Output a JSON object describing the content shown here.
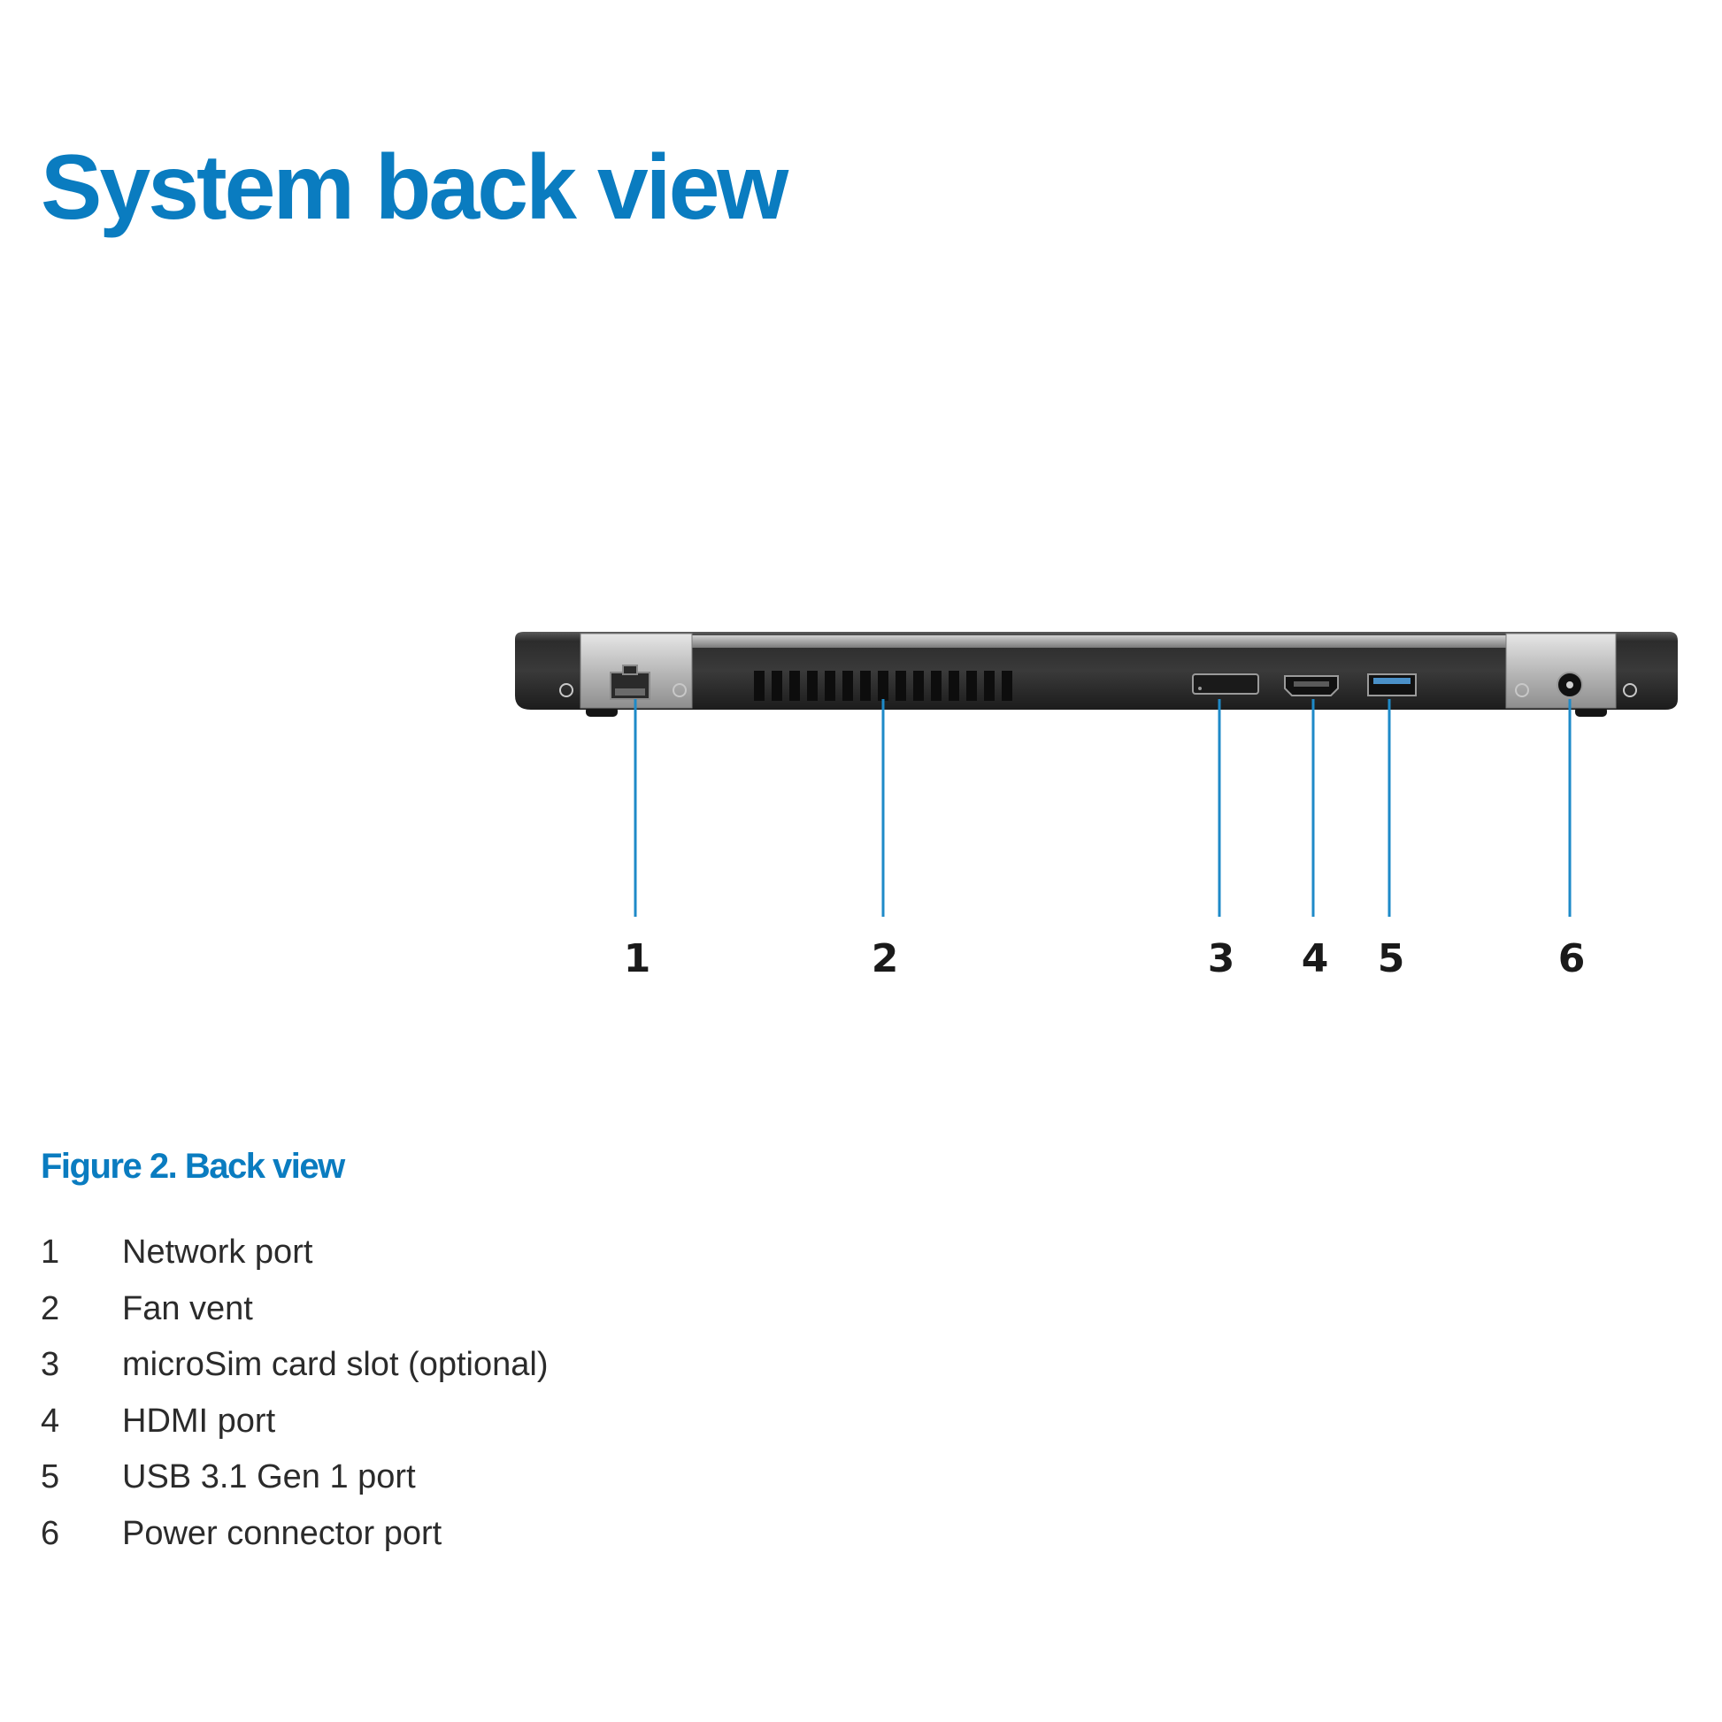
{
  "page": {
    "title": "System back view",
    "accent_color": "#0a7cc0"
  },
  "figure": {
    "caption": "Figure 2. Back view",
    "image_subject": "laptop-back-edge",
    "callouts": [
      "1",
      "2",
      "3",
      "4",
      "5",
      "6"
    ],
    "leader_color": "#1e8ac8"
  },
  "legend": [
    {
      "num": "1",
      "label": "Network port"
    },
    {
      "num": "2",
      "label": "Fan vent"
    },
    {
      "num": "3",
      "label": "microSim card slot (optional)"
    },
    {
      "num": "4",
      "label": "HDMI port"
    },
    {
      "num": "5",
      "label": "USB 3.1 Gen 1 port"
    },
    {
      "num": "6",
      "label": "Power connector port"
    }
  ]
}
